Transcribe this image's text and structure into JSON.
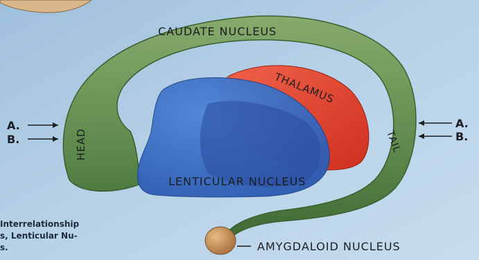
{
  "labels": {
    "caudate": "CAUDATE NUCLEUS",
    "thalamus": "THALAMUS",
    "head": "HEAD",
    "tail": "TAIL",
    "lenticular": "LENTICULAR NUCLEUS",
    "amygdaloid": "AMYGDALOID NUCLEUS"
  },
  "arrows": {
    "left_a": "A.",
    "left_b": "B.",
    "right_a": "A.",
    "right_b": "B."
  },
  "caption_lines": [
    "Interrelationship",
    "s, Lenticular Nu-",
    "s."
  ],
  "colors": {
    "background": "#a9c8e2",
    "caudate": "#5f8a4d",
    "thalamus": "#e2432c",
    "lenticular": "#3e6fc4",
    "amygdala": "#c9935a"
  }
}
